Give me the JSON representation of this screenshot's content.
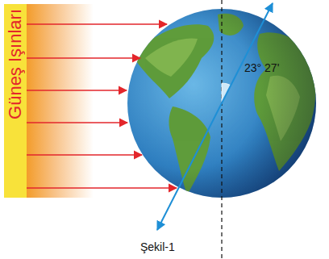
{
  "diagram": {
    "caption": "Şekil-1",
    "nodes": [
      {
        "text": [
          "Güneş Işınları"
        ]
      }
    ],
    "labels": [
      "23° 27'"
    ]
  }
}
